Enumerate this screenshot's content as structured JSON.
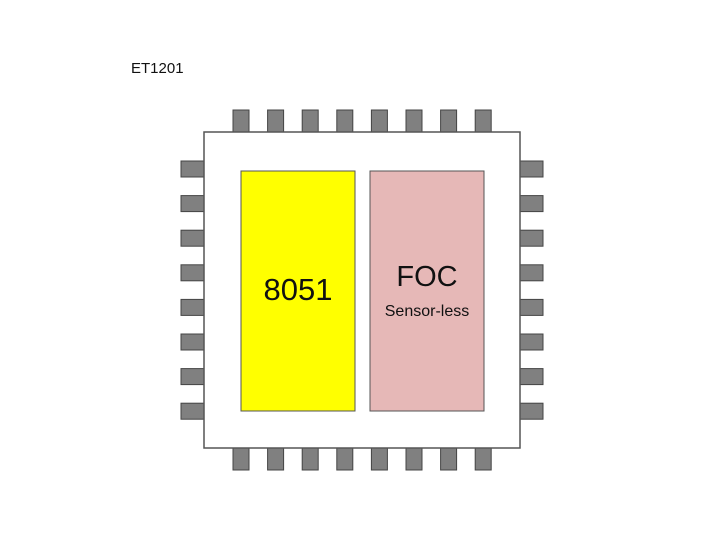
{
  "chip_name": "ET1201",
  "blocks": {
    "cpu": {
      "label": "8051",
      "fill": "#FFFF00"
    },
    "foc": {
      "label": "FOC",
      "sublabel": "Sensor-less",
      "fill": "#E6B8B7"
    }
  },
  "package": {
    "body_fill": "#FFFFFF",
    "border_color": "#555555",
    "pin_fill": "#808080",
    "pins_per_side": 8
  }
}
